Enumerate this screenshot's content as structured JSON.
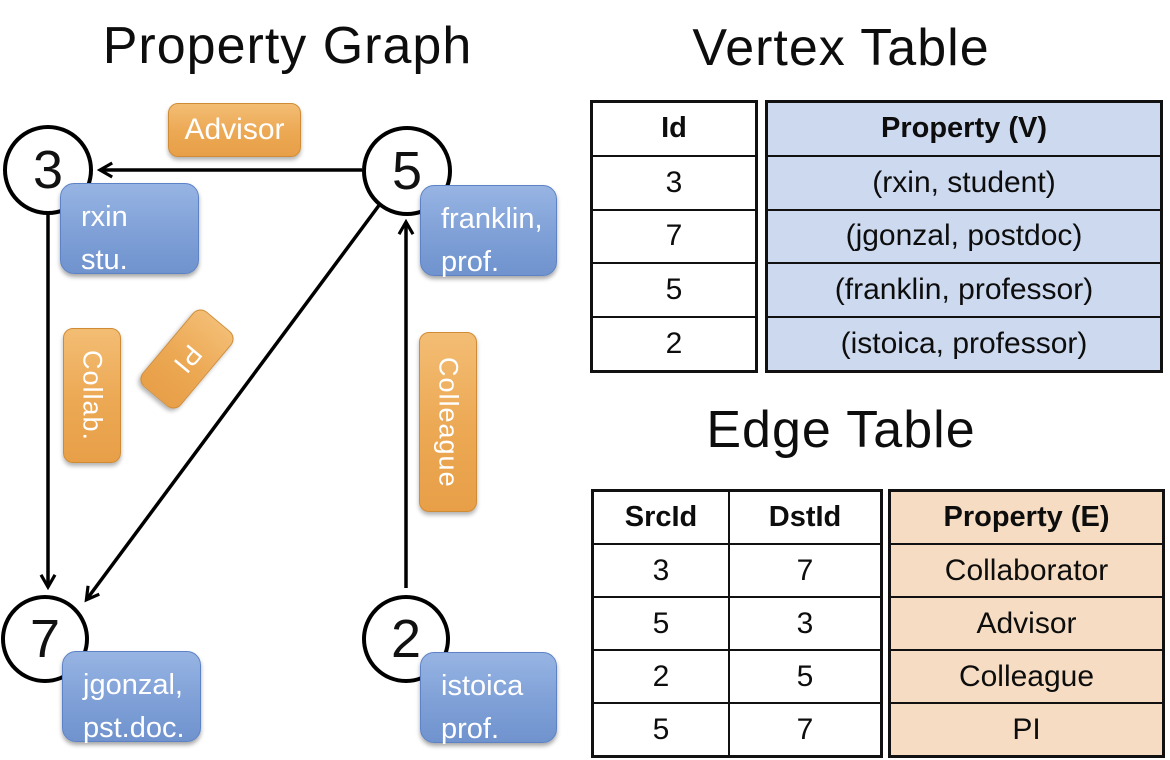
{
  "graph": {
    "title": "Property Graph",
    "nodes": [
      {
        "id": "3",
        "label_lines": [
          "rxin",
          "stu."
        ]
      },
      {
        "id": "5",
        "label_lines": [
          "franklin,",
          "prof."
        ]
      },
      {
        "id": "7",
        "label_lines": [
          "jgonzal,",
          "pst.doc."
        ]
      },
      {
        "id": "2",
        "label_lines": [
          "istoica",
          "prof."
        ]
      }
    ],
    "edge_labels": {
      "advisor": "Advisor",
      "collab": "Collab.",
      "pi": "PI",
      "colleague": "Colleague"
    }
  },
  "vertex_table": {
    "title": "Vertex Table",
    "columns": {
      "id": "Id",
      "property": "Property (V)"
    },
    "rows": [
      {
        "id": "3",
        "property": "(rxin, student)"
      },
      {
        "id": "7",
        "property": "(jgonzal, postdoc)"
      },
      {
        "id": "5",
        "property": "(franklin, professor)"
      },
      {
        "id": "2",
        "property": "(istoica, professor)"
      }
    ]
  },
  "edge_table": {
    "title": "Edge Table",
    "columns": {
      "src": "SrcId",
      "dst": "DstId",
      "property": "Property (E)"
    },
    "rows": [
      {
        "src": "3",
        "dst": "7",
        "property": "Collaborator"
      },
      {
        "src": "5",
        "dst": "3",
        "property": "Advisor"
      },
      {
        "src": "2",
        "dst": "5",
        "property": "Colleague"
      },
      {
        "src": "5",
        "dst": "7",
        "property": "PI"
      }
    ]
  },
  "colors": {
    "vertex_box_blue": "#7fa0d7",
    "edge_box_orange": "#eca853",
    "vertex_table_fill": "#ccd9ef",
    "edge_table_fill": "#f5dcc2",
    "line_black": "#000000"
  }
}
